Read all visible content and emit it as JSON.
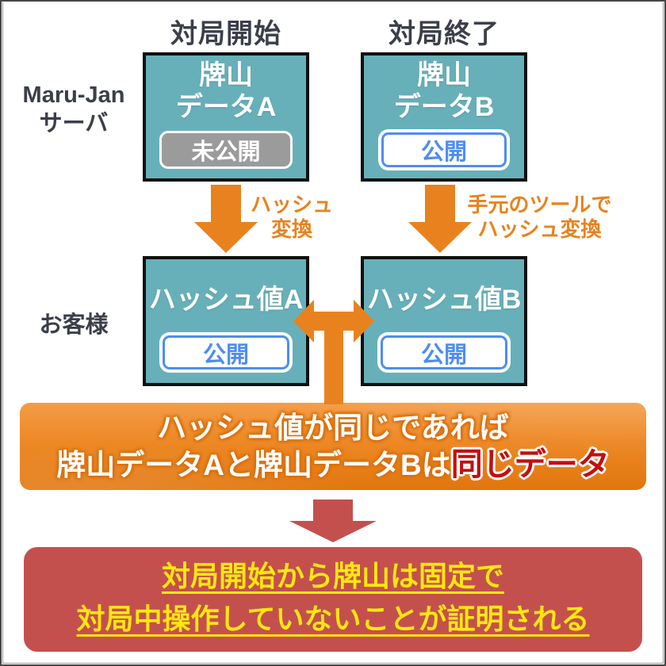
{
  "colors": {
    "teal": "#67b0b9",
    "badge_gray": "#9b9b9b",
    "badge_blue": "#4d8df2",
    "orange": "#e8821e",
    "orange_deep": "#e1760d",
    "red": "#c4504e",
    "yellow": "#ffe70f",
    "text_dark": "#3b3f49",
    "highlight_red": "#c40e0e"
  },
  "headers": {
    "start": "対局開始",
    "end": "対局終了"
  },
  "labels": {
    "server_line1": "Maru-Jan",
    "server_line2": "サーバ",
    "customer": "お客様"
  },
  "boxes": {
    "data_a": {
      "title_line1": "牌山",
      "title_line2": "データA",
      "badge": "未公開"
    },
    "data_b": {
      "title_line1": "牌山",
      "title_line2": "データB",
      "badge": "公開"
    },
    "hash_a": {
      "title": "ハッシュ値A",
      "badge": "公開"
    },
    "hash_b": {
      "title": "ハッシュ値B",
      "badge": "公開"
    }
  },
  "arrows": {
    "left_label_line1": "ハッシュ",
    "left_label_line2": "変換",
    "right_label_line1": "手元のツールで",
    "right_label_line2": "ハッシュ変換"
  },
  "conclusion": {
    "line1": "ハッシュ値が同じであれば",
    "line2_prefix": "牌山データAと牌山データBは",
    "line2_highlight": "同じデータ"
  },
  "proof": {
    "line1": "対局開始から牌山は固定で",
    "line2": "対局中操作していないことが証明される"
  }
}
